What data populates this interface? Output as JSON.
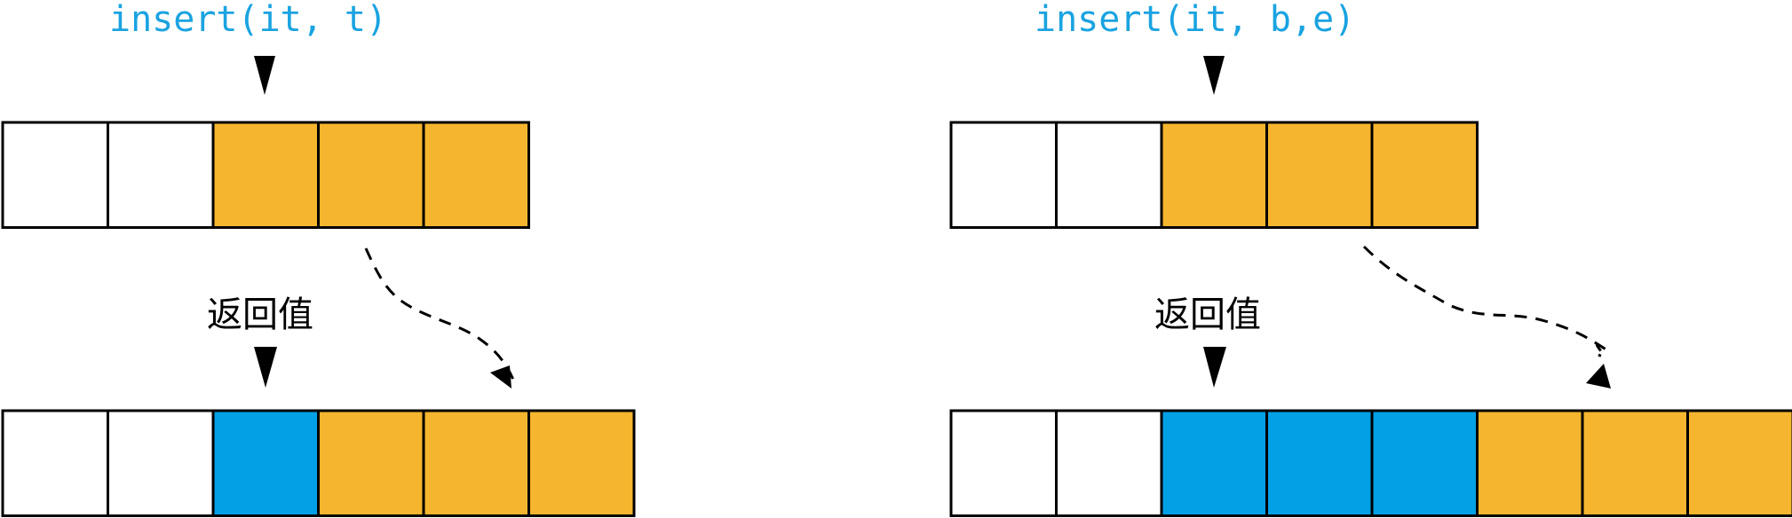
{
  "colors": {
    "empty": "#ffffff",
    "existing": "#f6b52f",
    "inserted": "#04a0e6",
    "stroke": "#000000",
    "code_text": "#1aa3e1"
  },
  "panels": [
    {
      "id": "single",
      "title": "insert(it, t)",
      "return_label": "返回值",
      "before_cells": [
        "empty",
        "empty",
        "existing",
        "existing",
        "existing"
      ],
      "after_cells": [
        "empty",
        "empty",
        "inserted",
        "existing",
        "existing",
        "existing"
      ]
    },
    {
      "id": "range",
      "title": "insert(it, b,e)",
      "return_label": "返回值",
      "before_cells": [
        "empty",
        "empty",
        "existing",
        "existing",
        "existing"
      ],
      "after_cells": [
        "empty",
        "empty",
        "inserted",
        "inserted",
        "inserted",
        "existing",
        "existing",
        "existing"
      ]
    }
  ]
}
